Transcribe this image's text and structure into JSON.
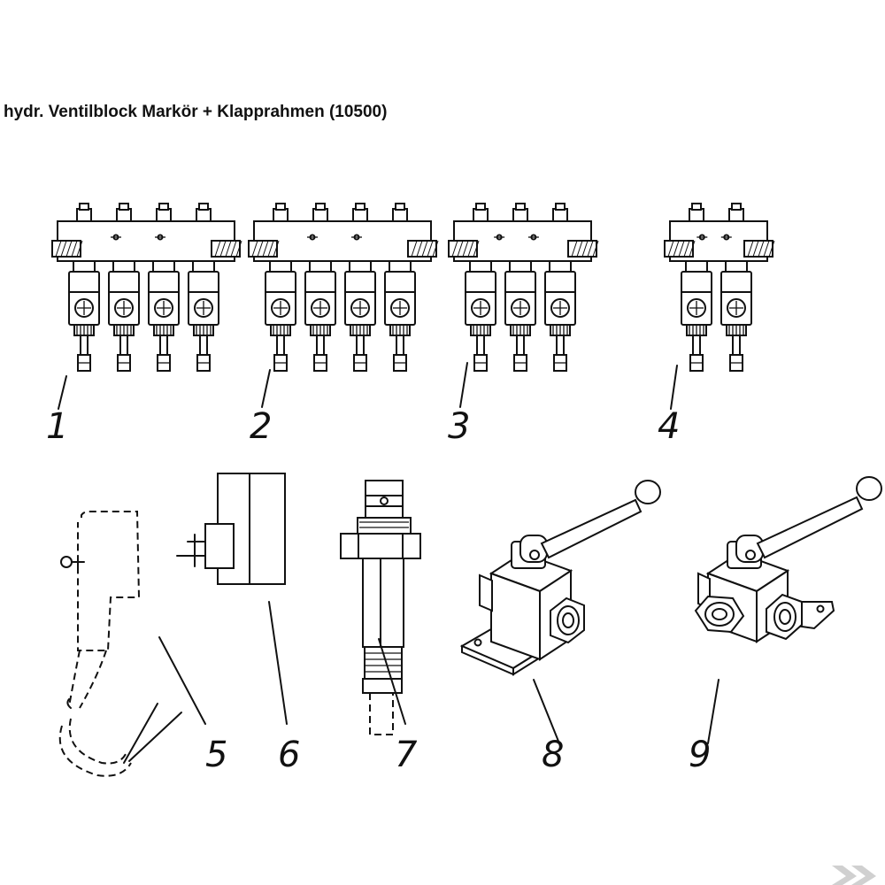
{
  "title": "hydr. Ventilblock Markör + Klapprahmen (10500)",
  "valve_blocks": [
    {
      "label": "1",
      "valves": 4
    },
    {
      "label": "2",
      "valves": 4
    },
    {
      "label": "3",
      "valves": 3
    },
    {
      "label": "4",
      "valves": 2
    }
  ],
  "parts": [
    {
      "label": "5",
      "icon": "plug-cable-icon"
    },
    {
      "label": "6",
      "icon": "solenoid-coil-icon"
    },
    {
      "label": "7",
      "icon": "valve-cartridge-icon"
    },
    {
      "label": "8",
      "icon": "two-way-ball-valve-icon"
    },
    {
      "label": "9",
      "icon": "three-way-ball-valve-icon"
    }
  ],
  "watermark_icon": "k-logo-icon"
}
